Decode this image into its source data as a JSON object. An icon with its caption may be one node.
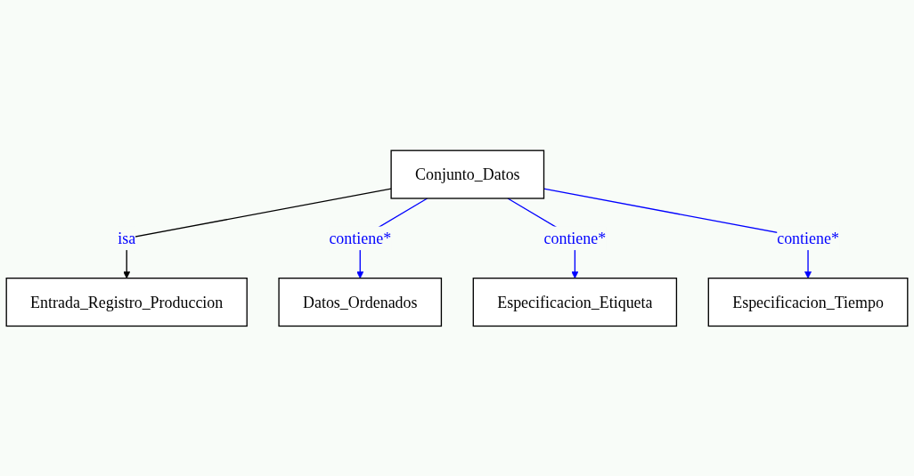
{
  "diagram": {
    "nodes": [
      {
        "text": [
          "Entrada_Registro_Produccion"
        ]
      },
      {
        "text": [
          "Conjunto_Datos"
        ]
      },
      {
        "text": [
          "Datos_Ordenados"
        ]
      },
      {
        "text": [
          "Especificacion_Etiqueta"
        ]
      },
      {
        "text": [
          "Especificacion_Tiempo"
        ]
      }
    ],
    "edges": [
      {
        "from": 1,
        "to": 0,
        "arrow": "to",
        "label": "isa",
        "color": "#000000"
      },
      {
        "from": 1,
        "to": 2,
        "arrow": "to",
        "label": "contiene*"
      },
      {
        "from": 1,
        "to": 3,
        "arrow": "to",
        "label": "contiene*"
      },
      {
        "from": 1,
        "to": 4,
        "arrow": "to",
        "label": "contiene*"
      }
    ]
  }
}
